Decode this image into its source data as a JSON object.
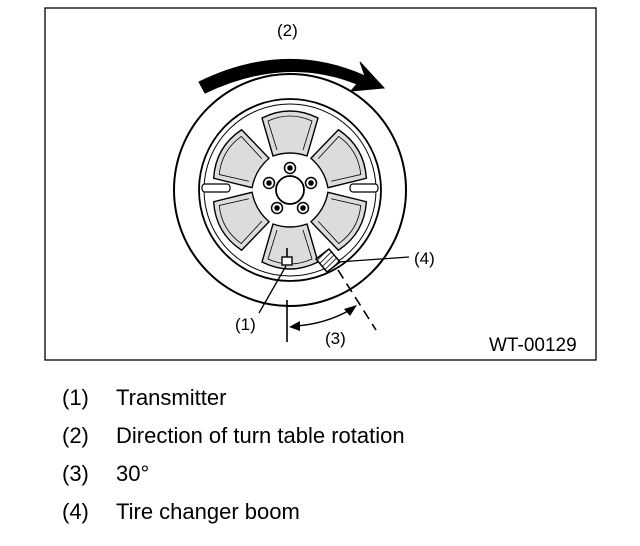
{
  "figure": {
    "figure_id": "WT-00129",
    "callouts": {
      "c1": "(1)",
      "c2": "(2)",
      "c3": "(3)",
      "c4": "(4)"
    }
  },
  "legend": {
    "items": [
      {
        "num": "(1)",
        "text": "Transmitter"
      },
      {
        "num": "(2)",
        "text": "Direction of turn table rotation"
      },
      {
        "num": "(3)",
        "text": "30°"
      },
      {
        "num": "(4)",
        "text": "Tire changer boom"
      }
    ]
  },
  "colors": {
    "line": "#000000",
    "background": "#ffffff",
    "spoke_fill": "#dcdcdc",
    "boom_fill": "#555555"
  }
}
